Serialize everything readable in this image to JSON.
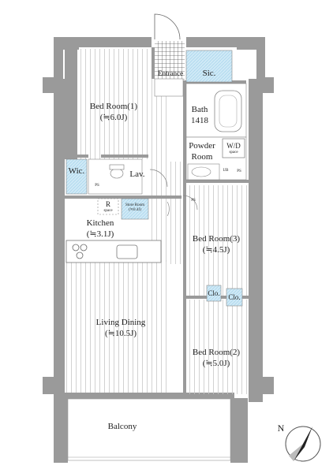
{
  "rooms": {
    "bed1": {
      "name": "Bed Room(1)",
      "size": "(≒6.0J)"
    },
    "entrance": {
      "name": "Entrance"
    },
    "sic": {
      "name": "Sic."
    },
    "bath": {
      "name": "Bath",
      "code": "1418"
    },
    "powder": {
      "name": "Powder",
      "name2": "Room"
    },
    "wd": {
      "name": "W/D",
      "sub": "space"
    },
    "wic": {
      "name": "Wic."
    },
    "lav": {
      "name": "Lav."
    },
    "ps1": {
      "name": "PS"
    },
    "ps2": {
      "name": "PS"
    },
    "ps3": {
      "name": "PS"
    },
    "un": {
      "name": "UB"
    },
    "r": {
      "name": "R",
      "sub": "space"
    },
    "store": {
      "name": "Store Room",
      "size": "(≒0.4J)"
    },
    "kitchen": {
      "name": "Kitchen",
      "size": "(≒3.1J)"
    },
    "bed3": {
      "name": "Bed Room(3)",
      "size": "(≒4.5J)"
    },
    "clo1": {
      "name": "Clo."
    },
    "clo2": {
      "name": "Clo."
    },
    "living": {
      "name": "Living Dining",
      "size": "(≒10.5J)"
    },
    "bed2": {
      "name": "Bed Room(2)",
      "size": "(≒5.0J)"
    },
    "balcony": {
      "name": "Balcony"
    }
  },
  "compass": {
    "label": "N"
  },
  "colors": {
    "wall": "#9a9a9a",
    "closet": "#cfe9f6",
    "floor_line": "#c4c4c4",
    "bath_line": "#8a8a8a"
  }
}
